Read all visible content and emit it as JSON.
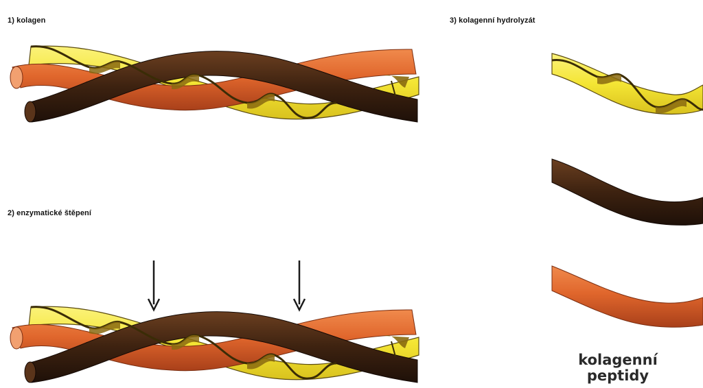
{
  "steps": {
    "step1": "1) kolagen",
    "step2": "2) enzymatické štěpení",
    "step3": "3) kolagenní hydrolyzát"
  },
  "result": {
    "line1": "kolagenní",
    "line2": "peptidy"
  },
  "colors": {
    "yellow_strand": "#f4e534",
    "dark_strand": "#3d2210",
    "orange_strand": "#e0662c",
    "arrow": "#1a1a1a"
  },
  "icons": [
    "down-arrow-icon",
    "down-arrow-icon"
  ]
}
